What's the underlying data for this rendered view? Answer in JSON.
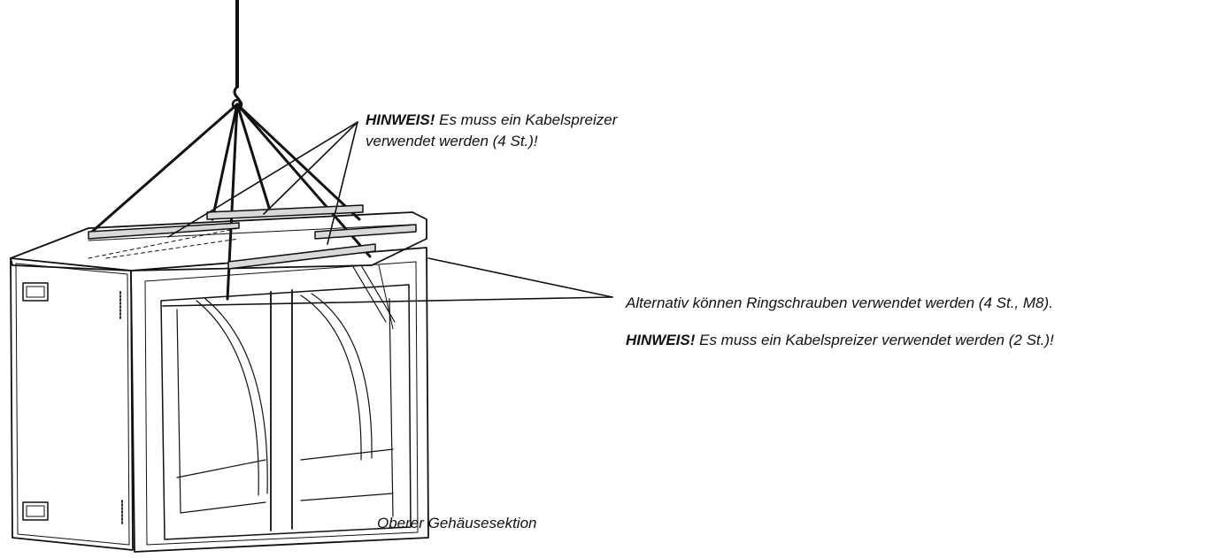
{
  "notes": {
    "top": {
      "bold": "HINWEIS!",
      "line1": " Es muss ein Kabelspreizer",
      "line2": "verwendet werden (4 St.)!"
    },
    "right": {
      "line1": "Alternativ können Ringschrauben verwendet werden (4 St., M8).",
      "bold": "HINWEIS!",
      "line2": " Es muss ein Kabelspreizer verwendet werden (2 St.)!"
    }
  },
  "caption": "Oberer Gehäusesektion",
  "colors": {
    "line": "#111111",
    "spreader_fill": "#d9d9d9",
    "background": "#ffffff"
  }
}
